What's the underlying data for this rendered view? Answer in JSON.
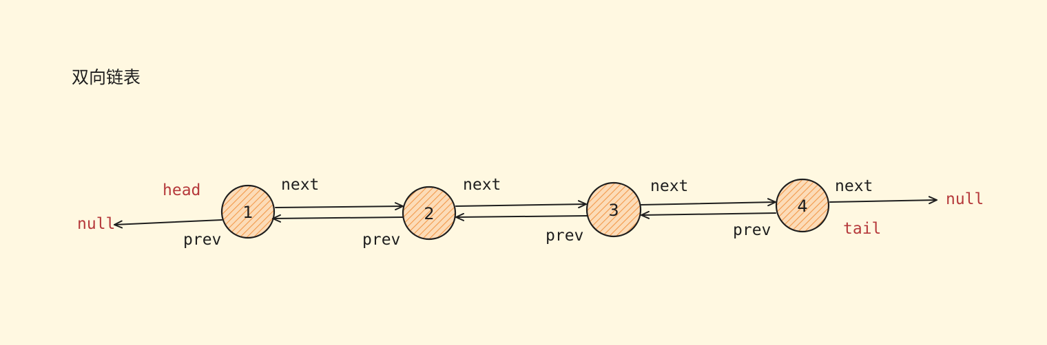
{
  "title": "双向链表",
  "nodes": [
    {
      "value": "1"
    },
    {
      "value": "2"
    },
    {
      "value": "3"
    },
    {
      "value": "4"
    }
  ],
  "pointer_labels": {
    "next": "next",
    "prev": "prev",
    "null_left": "null",
    "null_right": "null",
    "head": "head",
    "tail": "tail"
  },
  "colors": {
    "background": "#fff8e1",
    "node_fill": "#f5a25a",
    "stroke": "#1e1e1e",
    "marker_label": "#b5393b"
  }
}
